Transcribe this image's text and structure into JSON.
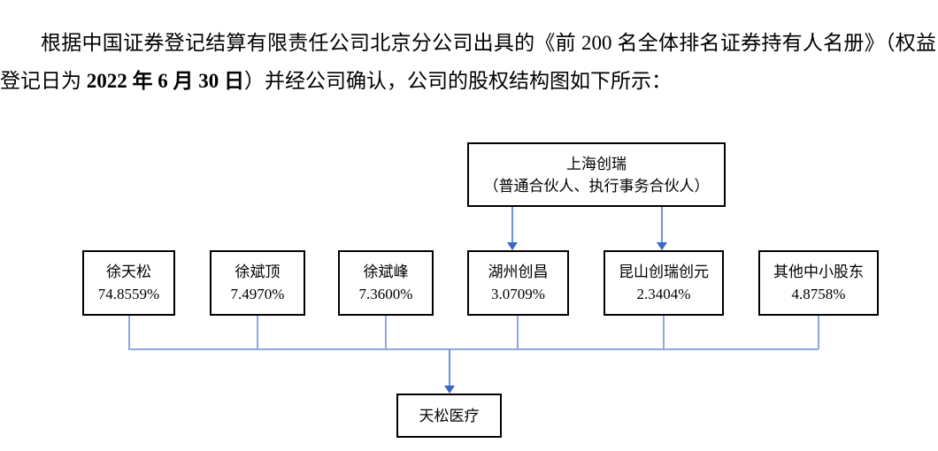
{
  "paragraph": {
    "part1": "根据中国证券登记结算有限责任公司北京分公司出具的《前 200 名全体排名证券持有人名册》（权益登记日为 ",
    "bold_date": "2022 年 6 月 30 日",
    "part2": "）并经公司确认，公司的股权结构图如下所示："
  },
  "diagram": {
    "type": "equity-structure-org-chart",
    "parent_partner": {
      "name": "上海创瑞",
      "note": "（普通合伙人、执行事务合伙人）"
    },
    "shareholders": [
      {
        "name": "徐天松",
        "percent": "74.8559%"
      },
      {
        "name": "徐斌顶",
        "percent": "7.4970%"
      },
      {
        "name": "徐斌峰",
        "percent": "7.3600%"
      },
      {
        "name": "湖州创昌",
        "percent": "3.0709%"
      },
      {
        "name": "昆山创瑞创元",
        "percent": "2.3404%"
      },
      {
        "name": "其他中小股东",
        "percent": "4.8758%"
      }
    ],
    "company": {
      "name": "天松医疗"
    },
    "colors": {
      "connector": "#8FA8DF",
      "arrow_shaft": "#6E92DC",
      "arrowhead": "#3A66C6",
      "box_border": "#000000",
      "background": "#ffffff"
    }
  }
}
